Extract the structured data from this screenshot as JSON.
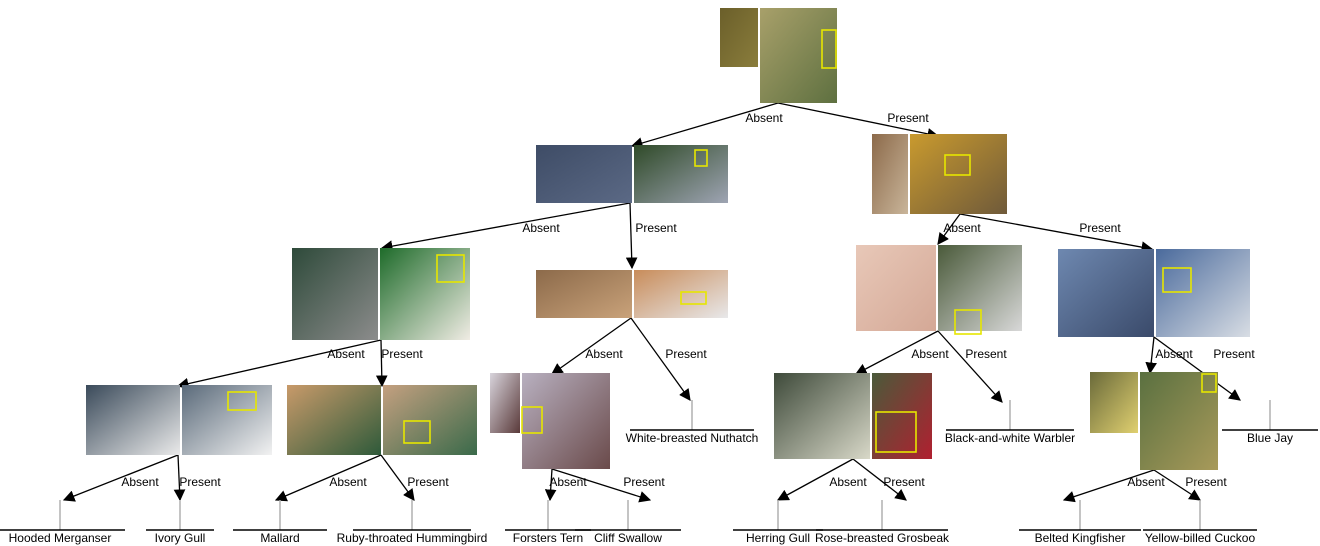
{
  "edge_labels": {
    "absent": "Absent",
    "present": "Present"
  },
  "colors": {
    "line": "#000000",
    "leaf_stem": "#b0b0b0",
    "highlight_box": "#e6e600",
    "background": "#ffffff"
  },
  "nodes": [
    {
      "id": "root",
      "patch_tones": [
        "#6b5f2a",
        "#8a7d3c"
      ],
      "example_tones": [
        "#a8a06a",
        "#5e7040"
      ]
    },
    {
      "id": "l1-left",
      "patch_tones": [
        "#3e4c66",
        "#5b6985"
      ],
      "example_tones": [
        "#2f4a28",
        "#9ea4b3"
      ]
    },
    {
      "id": "l1-right",
      "patch_tones": [
        "#8c6a4a",
        "#c9b59a"
      ],
      "example_tones": [
        "#c99a2e",
        "#6f5a3a"
      ]
    },
    {
      "id": "l2-a",
      "patch_tones": [
        "#2e4a3a",
        "#8c8c8c"
      ],
      "example_tones": [
        "#1e6b2a",
        "#f0ece4"
      ]
    },
    {
      "id": "l2-b",
      "patch_tones": [
        "#8c6a4a",
        "#c9a27a"
      ],
      "example_tones": [
        "#c88c5a",
        "#e8e8ea"
      ]
    },
    {
      "id": "l2-c",
      "patch_tones": [
        "#e8c8b8",
        "#d4a896"
      ],
      "example_tones": [
        "#4a5a3a",
        "#d8d8d8"
      ]
    },
    {
      "id": "l2-d",
      "patch_tones": [
        "#6e88b0",
        "#3a4a6a"
      ],
      "example_tones": [
        "#4a6a9c",
        "#d8dde4"
      ]
    },
    {
      "id": "l3-a",
      "patch_tones": [
        "#3a4a5a",
        "#eaeaea"
      ],
      "example_tones": [
        "#5a6a7a",
        "#f2f2f2"
      ]
    },
    {
      "id": "l3-b",
      "patch_tones": [
        "#c89a6a",
        "#2e5a3a"
      ],
      "example_tones": [
        "#c4a080",
        "#3a6a4a"
      ]
    },
    {
      "id": "l3-c",
      "patch_tones": [
        "#d8d4dc",
        "#5a3a3a"
      ],
      "example_tones": [
        "#b8b0c0",
        "#6a4a4a"
      ]
    },
    {
      "id": "l3-d",
      "patch_tones": [
        "#3e4a3a",
        "#d8d8c8"
      ],
      "example_tones": [
        "#4a5a3a",
        "#b02030"
      ]
    },
    {
      "id": "l3-e",
      "patch_tones": [
        "#6a6a3a",
        "#e0d070"
      ],
      "example_tones": [
        "#5a7040",
        "#a89a5a"
      ]
    }
  ],
  "leaves": [
    {
      "label": "Hooded Merganser"
    },
    {
      "label": "Ivory Gull"
    },
    {
      "label": "Mallard"
    },
    {
      "label": "Ruby-throated Hummingbird"
    },
    {
      "label": "Forsters Tern"
    },
    {
      "label": "Cliff Swallow"
    },
    {
      "label": "White-breasted Nuthatch"
    },
    {
      "label": "Herring Gull"
    },
    {
      "label": "Rose-breasted Grosbeak"
    },
    {
      "label": "Black-and-white Warbler"
    },
    {
      "label": "Belted Kingfisher"
    },
    {
      "label": "Yellow-billed Cuckoo"
    },
    {
      "label": "Blue Jay"
    }
  ]
}
